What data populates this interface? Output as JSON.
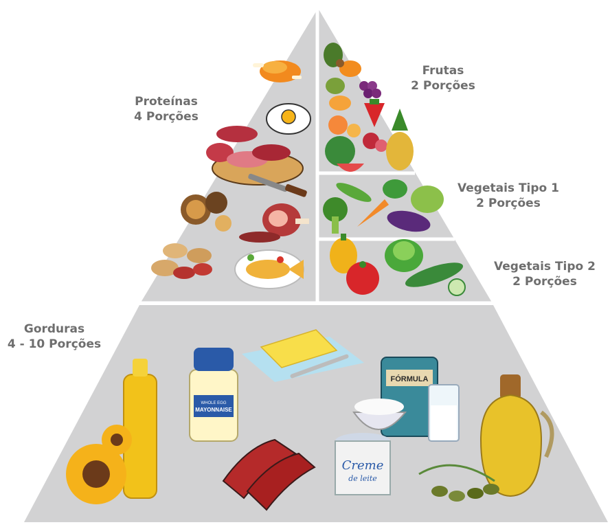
{
  "pyramid": {
    "sections": [
      {
        "id": "proteinas",
        "title": "Proteínas",
        "portions": "4 Porções"
      },
      {
        "id": "frutas",
        "title": "Frutas",
        "portions": "2 Porções"
      },
      {
        "id": "vegetais1",
        "title": "Vegetais Tipo 1",
        "portions": "2 Porções"
      },
      {
        "id": "vegetais2",
        "title": "Vegetais Tipo 2",
        "portions": "2 Porções"
      },
      {
        "id": "gorduras",
        "title": "Gorduras",
        "portions": "4 - 10 Porções"
      }
    ],
    "product_labels": {
      "formula_can": "FÓRMULA",
      "mayonnaise_line1": "WHOLE EGG",
      "mayonnaise_line2": "MAYONNAISE",
      "creme_line1": "Creme",
      "creme_line2": "de leite"
    }
  },
  "colors": {
    "pyramid_fill": "#d2d2d3",
    "divider": "#ffffff",
    "label_text": "#6e6e6e"
  }
}
